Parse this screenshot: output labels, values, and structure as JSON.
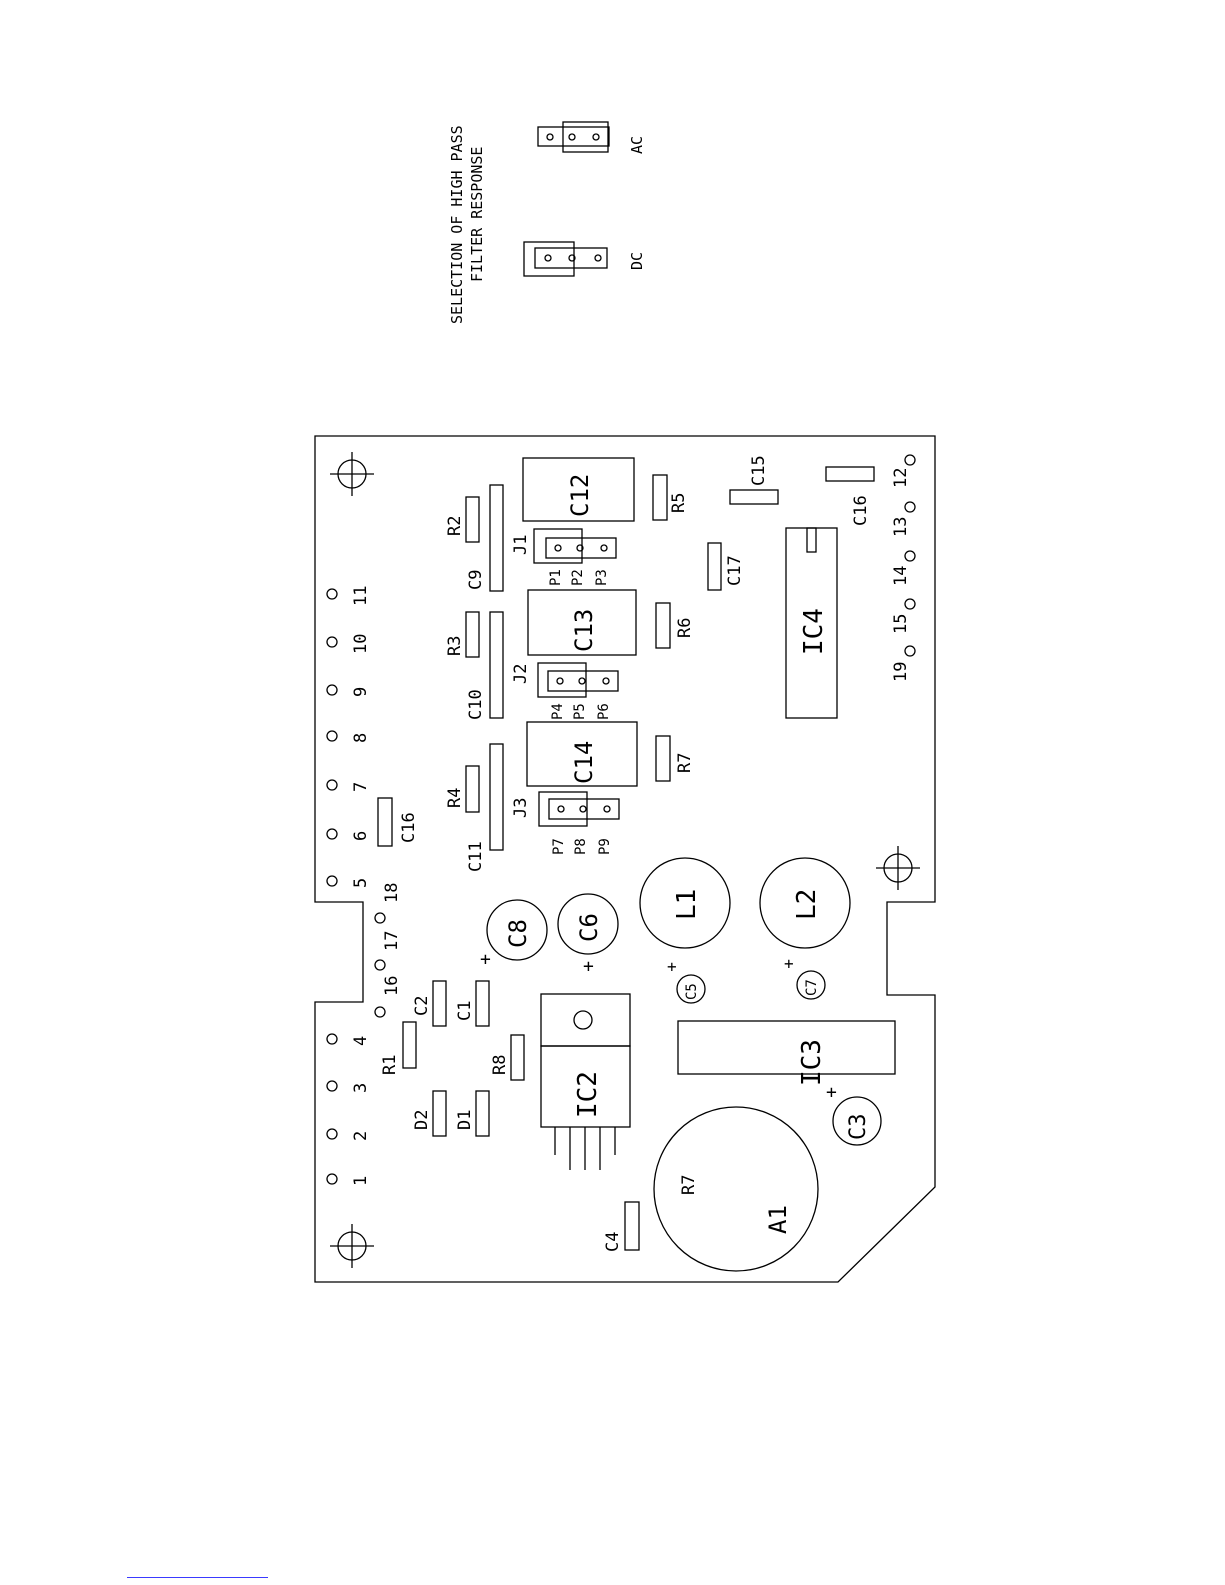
{
  "legend": {
    "title_line1": "SELECTION OF HIGH PASS",
    "title_line2": "FILTER RESPONSE",
    "dc_label": "DC",
    "ac_label": "AC"
  },
  "components": {
    "C1": "C1",
    "C2": "C2",
    "C3": "C3",
    "C4": "C4",
    "C5": "C5",
    "C6": "C6",
    "C7": "C7",
    "C8": "C8",
    "C9": "C9",
    "C10": "C10",
    "C11": "C11",
    "C12": "C12",
    "C13": "C13",
    "C14": "C14",
    "C15": "C15",
    "C16": "C16",
    "C17": "C17",
    "R1": "R1",
    "R2": "R2",
    "R3": "R3",
    "R4": "R4",
    "R5": "R5",
    "R6": "R6",
    "R7": "R7",
    "R8": "R8",
    "D1": "D1",
    "D2": "D2",
    "J1": "J1",
    "J2": "J2",
    "J3": "J3",
    "P1": "P1",
    "P2": "P2",
    "P3": "P3",
    "P4": "P4",
    "P5": "P5",
    "P6": "P6",
    "P7": "P7",
    "P8": "P8",
    "P9": "P9",
    "IC2": "IC2",
    "IC3": "IC3",
    "IC4": "IC4",
    "L1": "L1",
    "L2": "L2",
    "A1": "A1",
    "plus": "+"
  },
  "pins": [
    "1",
    "2",
    "3",
    "4",
    "5",
    "6",
    "7",
    "8",
    "9",
    "10",
    "11",
    "12",
    "13",
    "14",
    "15",
    "16",
    "17",
    "18",
    "19"
  ]
}
